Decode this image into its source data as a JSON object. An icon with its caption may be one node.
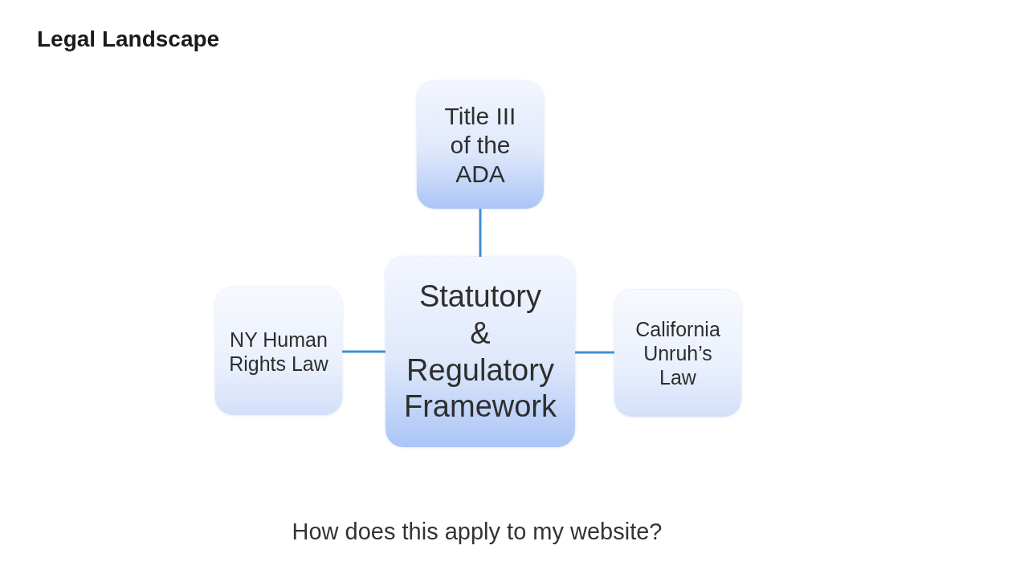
{
  "diagram": {
    "title": "Legal Landscape",
    "nodes": [
      {
        "text": [
          "Title III of the ADA"
        ]
      },
      {
        "text": [
          "NY Human Rights Law"
        ]
      },
      {
        "text": [
          "Statutory & Regulatory Framework"
        ]
      },
      {
        "text": [
          "California Unruh’s Law"
        ]
      }
    ],
    "edges": [
      {
        "from": 2,
        "to": 0,
        "arrow": "none"
      },
      {
        "from": 2,
        "to": 1,
        "arrow": "none"
      },
      {
        "from": 2,
        "to": 3,
        "arrow": "none"
      }
    ],
    "labels": [
      "How does this apply to my website?"
    ]
  }
}
